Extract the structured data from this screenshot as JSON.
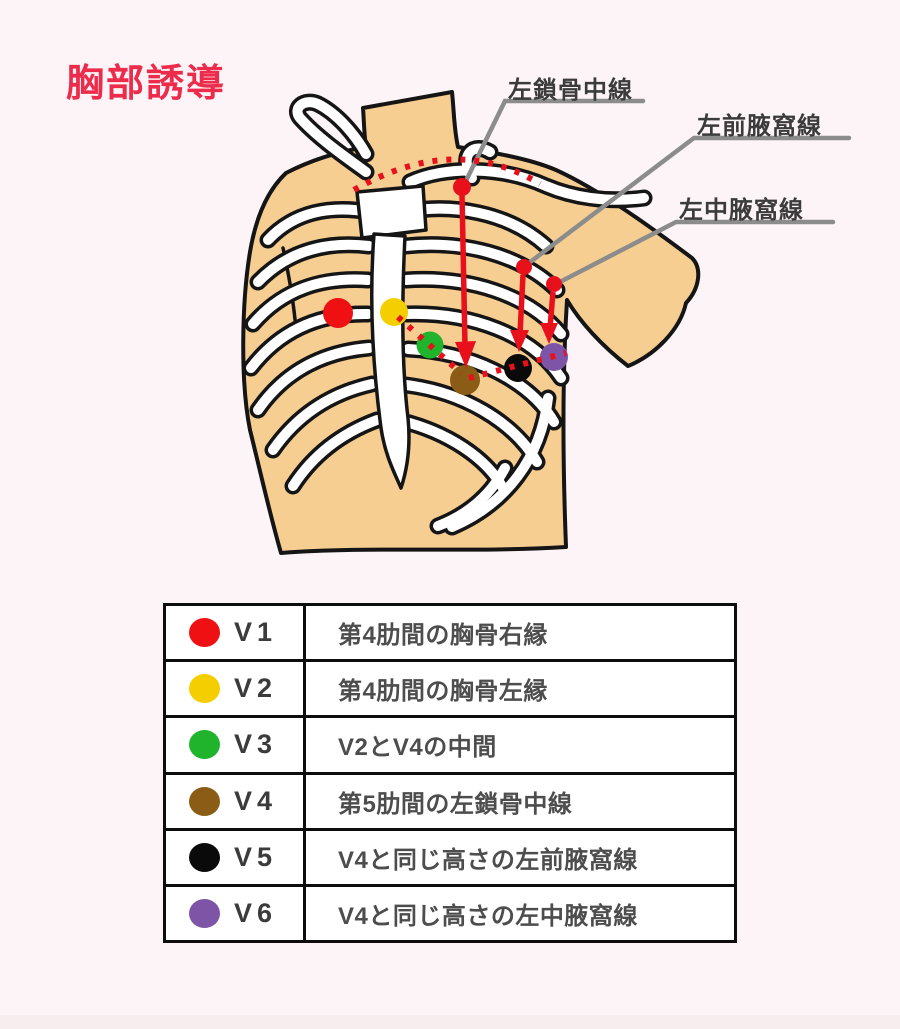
{
  "title": "胸部誘導",
  "annotations": {
    "midclavicular": "左鎖骨中線",
    "anterior_axillary": "左前腋窩線",
    "mid_axillary": "左中腋窩線"
  },
  "leads": [
    {
      "name": "V1",
      "color": "#EE1013",
      "desc": "第4肋間の胸骨右縁"
    },
    {
      "name": "V2",
      "color": "#F5CE00",
      "desc": "第4肋間の胸骨左縁"
    },
    {
      "name": "V3",
      "color": "#1FB42C",
      "desc": "V2とV4の中間"
    },
    {
      "name": "V4",
      "color": "#8A5C15",
      "desc": "第5肋間の左鎖骨中線"
    },
    {
      "name": "V5",
      "color": "#0A0A0A",
      "desc": "V4と同じ高さの左前腋窩線"
    },
    {
      "name": "V6",
      "color": "#7D54A6",
      "desc": "V4と同じ高さの左中腋窩線"
    }
  ],
  "theme": {
    "bg": "#FCF4F7",
    "footer": "#F7EDEF",
    "title-color": "#ED2B4B",
    "skin": "#F6CE92",
    "outline": "#151515",
    "bone": "#FFFFFF",
    "marker-red": "#E8101A",
    "leader-gray": "#8C8C8C",
    "table-border": "#0D0D0D",
    "text-dark": "#3B3B3B",
    "text-gray": "#4D4D4D"
  }
}
